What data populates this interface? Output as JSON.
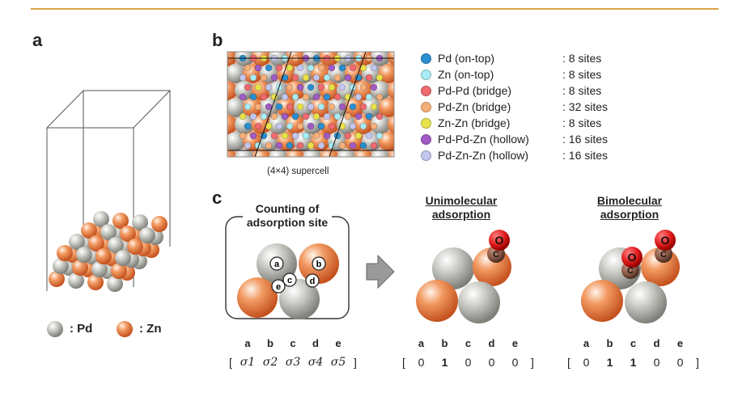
{
  "panels": {
    "a": "a",
    "b": "b",
    "c": "c"
  },
  "element_legend": {
    "pd": ": Pd",
    "zn": ": Zn"
  },
  "supercell_caption": "(4×4) supercell",
  "site_legend": [
    {
      "name": "Pd (on-top)",
      "count": ": 8 sites",
      "color": "#2a8fd0"
    },
    {
      "name": "Zn (on-top)",
      "count": ": 8 sites",
      "color": "#a8ecf5"
    },
    {
      "name": "Pd-Pd (bridge)",
      "count": ": 8 sites",
      "color": "#f06a6f"
    },
    {
      "name": "Pd-Zn (bridge)",
      "count": ": 32 sites",
      "color": "#f7b07a"
    },
    {
      "name": "Zn-Zn (bridge)",
      "count": ": 8 sites",
      "color": "#e8e24a"
    },
    {
      "name": "Pd-Pd-Zn (hollow)",
      "count": ": 16 sites",
      "color": "#a05bc4"
    },
    {
      "name": "Pd-Zn-Zn (hollow)",
      "count": ": 16 sites",
      "color": "#c3c6ef"
    }
  ],
  "counting": {
    "title_line1": "Counting of",
    "title_line2": "adsorption site",
    "site_letters": [
      "a",
      "b",
      "c",
      "d",
      "e"
    ]
  },
  "uni": {
    "title_line1": "Unimolecular",
    "title_line2": "adsorption",
    "atoms": [
      "O",
      "C"
    ]
  },
  "bi": {
    "title_line1": "Bimolecular",
    "title_line2": "adsorption",
    "atoms": [
      "O",
      "C"
    ]
  },
  "columns": [
    "a",
    "b",
    "c",
    "d",
    "e"
  ],
  "vectors": {
    "open": "[",
    "close": "]",
    "sigma": [
      "σ1",
      "σ2",
      "σ3",
      "σ4",
      "σ5"
    ],
    "uni": [
      "0",
      "1",
      "0",
      "0",
      "0"
    ],
    "bi": [
      "0",
      "1",
      "1",
      "0",
      "0"
    ]
  },
  "colors": {
    "pd": "#a9a9a3",
    "zn": "#e8763e",
    "accent_line": "#d9a646"
  }
}
